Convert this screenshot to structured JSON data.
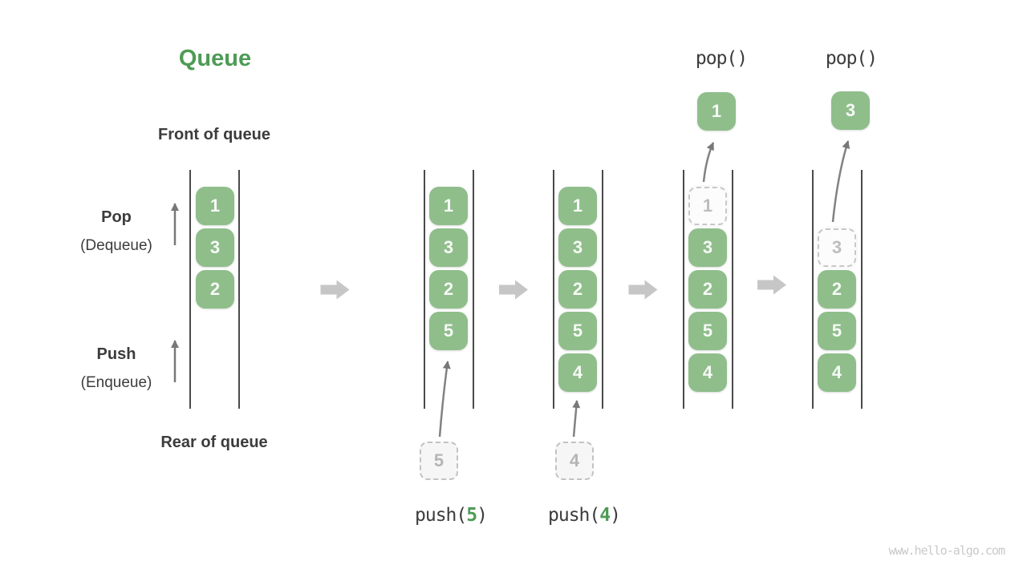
{
  "title": "Queue",
  "labels": {
    "front": "Front of queue",
    "rear": "Rear of queue",
    "pop": "Pop",
    "pop_sub": "(Dequeue)",
    "push": "Push",
    "push_sub": "(Enqueue)"
  },
  "colors": {
    "cell-green": "#8fbe8b",
    "accent-green": "#4e9b55",
    "text-dark": "#3c3c3c",
    "arrow-gray": "#828282",
    "block-arrow-gray": "#c6c6c6",
    "dashed-border": "#c8c8c8",
    "dashed-text": "#bdbdbd",
    "line-dark": "#4a4a4a",
    "watermark-gray": "#c9c9c9"
  },
  "states": [
    {
      "cells": [
        "1",
        "3",
        "2"
      ]
    },
    {
      "cells": [
        "1",
        "3",
        "2",
        "5"
      ],
      "incoming": "5",
      "op": {
        "prefix": "push(",
        "arg": "5",
        "suffix": ")"
      }
    },
    {
      "cells": [
        "1",
        "3",
        "2",
        "5",
        "4"
      ],
      "incoming": "4",
      "op": {
        "prefix": "push(",
        "arg": "4",
        "suffix": ")"
      }
    },
    {
      "removed": "1",
      "cells": [
        "3",
        "2",
        "5",
        "4"
      ],
      "popped": "1",
      "op": "pop()"
    },
    {
      "removed": "3",
      "cells": [
        "2",
        "5",
        "4"
      ],
      "popped": "3",
      "op": "pop()"
    }
  ],
  "watermark": "www.hello-algo.com"
}
